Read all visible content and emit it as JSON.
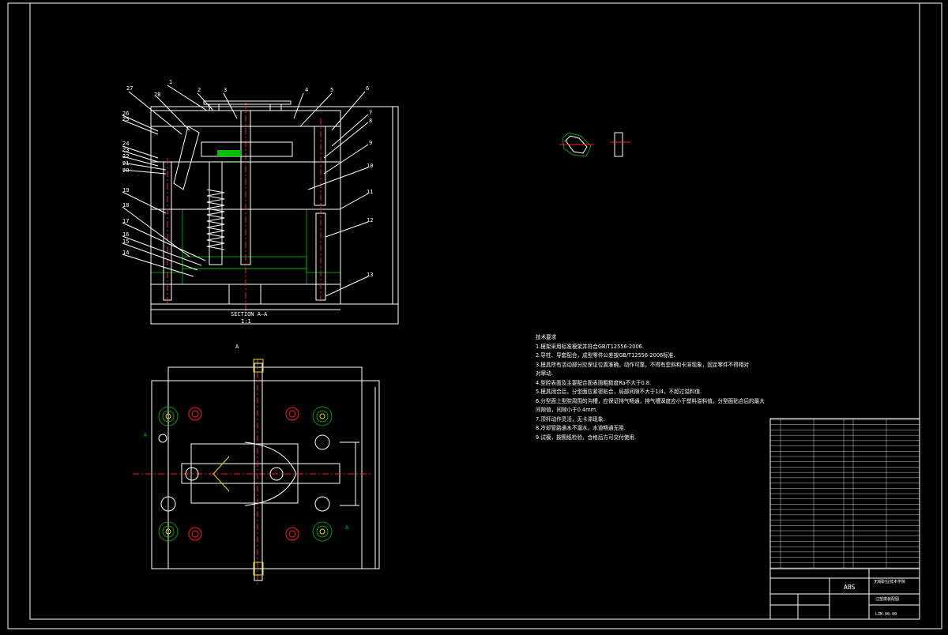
{
  "drawing": {
    "section_label": "SECTION A—A",
    "section_scale": "1:1",
    "plan_view_label": "A",
    "plan_marks": [
      "A",
      "A"
    ],
    "part_numbers": [
      "1",
      "2",
      "3",
      "4",
      "5",
      "6",
      "7",
      "8",
      "9",
      "10",
      "11",
      "12",
      "13",
      "14",
      "15",
      "16",
      "17",
      "18",
      "19",
      "20",
      "21",
      "22",
      "23",
      "24",
      "25",
      "26",
      "27",
      "28"
    ]
  },
  "notes": {
    "title": "技术要求",
    "items": [
      "1.模架采用标准模架并符合GB/T12556-2006.",
      "2.导柱、导套配合，成型零件公差按GB/T12556-2006标准.",
      "3.模具所有活动部分应保证位置准确，动作可靠，不得有歪斜和卡滞现象，固定零件不得相对",
      "对窜动.",
      "4.型腔表面及主要配合面表面粗糙度Ra不大于0.8.",
      "5.模具闭合后，分型面应紧密贴合，局部间隙不大于1/4，不超过溢料值.",
      "6.分型面上型腔周围的沟槽，应保证排气畅通，排气槽深度应小于塑料溢料值。分型面贴合后的最大",
      "间隙值，间隙小于0.4mm.",
      "7.顶杆动作灵活，无卡滞现象.",
      "8.冷却管路通水不漏水，水道畅通无阻.",
      "9.试模，按图纸检验，合格后方可交付使用."
    ]
  },
  "title_block": {
    "material": "ABS",
    "school": "无锡职业技术学院",
    "drawing_name": "注塑模装配图",
    "drawing_number": "LZM-00-00",
    "parts_rows": 28
  },
  "colors": {
    "background": "#000000",
    "line": "#ffffff",
    "hatch": "#00c000",
    "center": "#ff2020",
    "dimension": "#e8e000"
  }
}
